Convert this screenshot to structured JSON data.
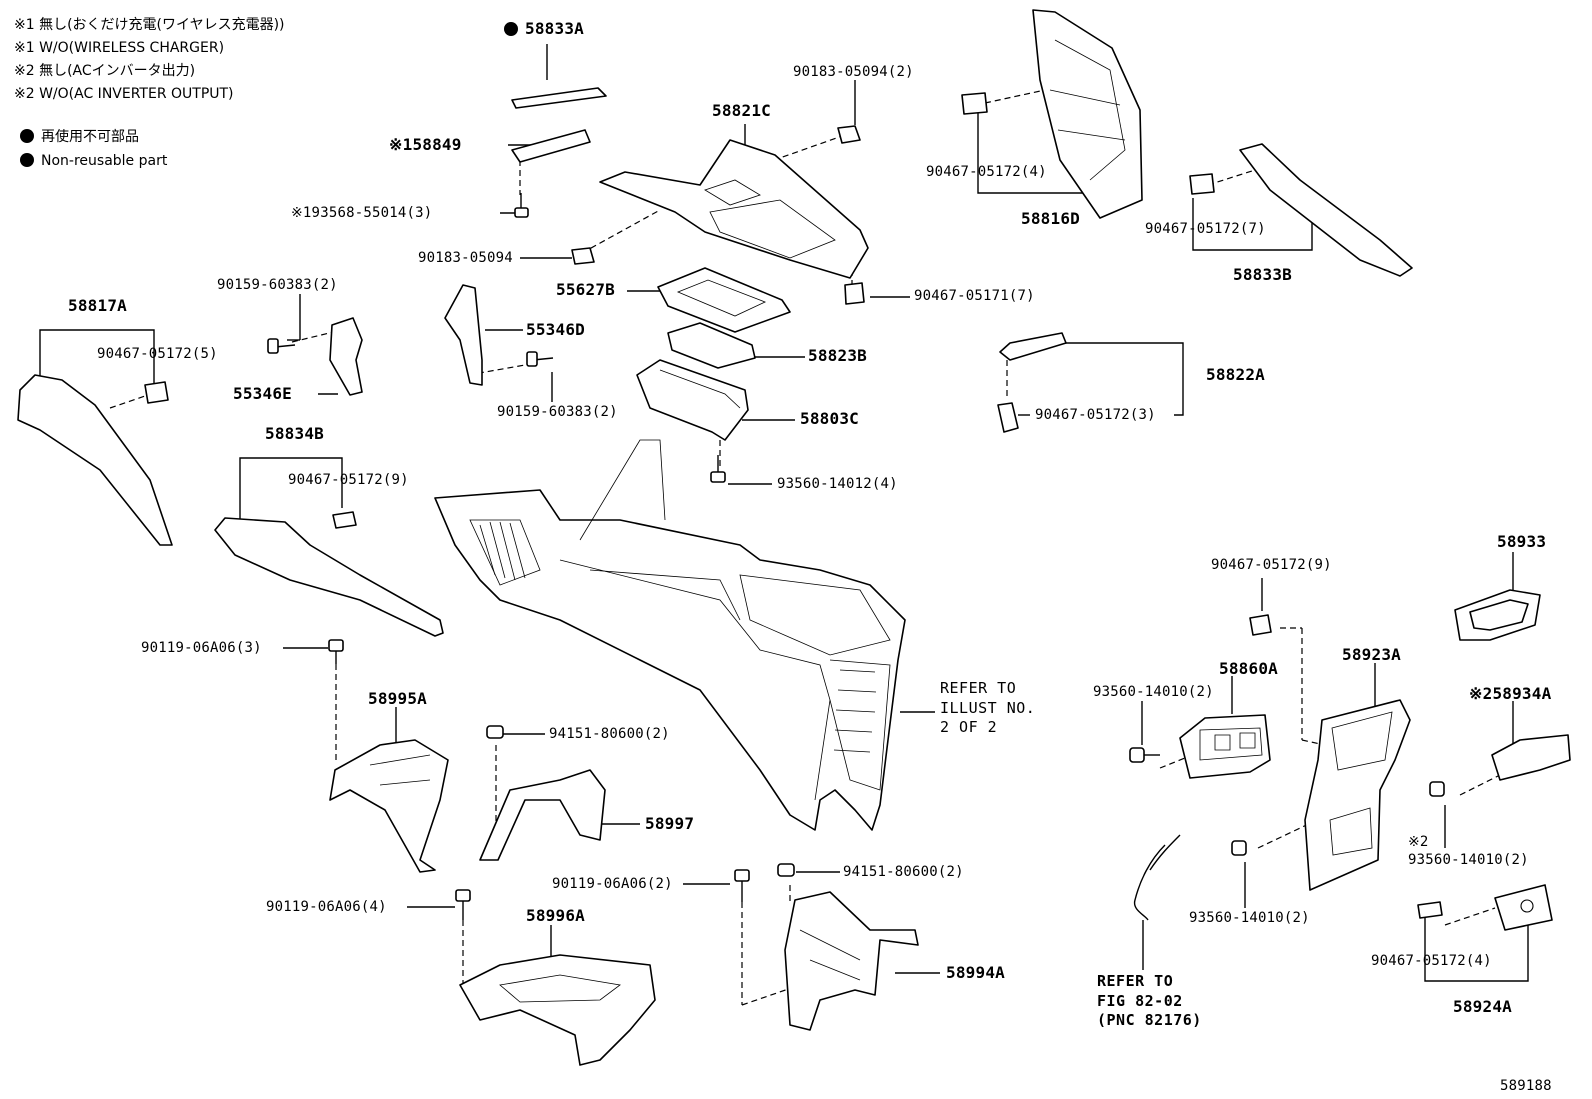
{
  "notes": [
    "※1 無し(おくだけ充電(ワイヤレス充電器))",
    "※1 W/O(WIRELESS CHARGER)",
    "※2 無し(ACインバータ出力)",
    "※2 W/O(AC INVERTER OUTPUT)"
  ],
  "legend": {
    "ja": "再使用不可部品",
    "en": "Non-reusable part"
  },
  "figure_id": "589188",
  "references": {
    "illust": [
      "REFER TO",
      "ILLUST NO.",
      "2 OF 2"
    ],
    "fig": [
      "REFER TO",
      "FIG 82-02",
      "(PNC 82176)"
    ]
  },
  "parts": {
    "p58833A": "58833A",
    "p58849": "※158849",
    "p93568": "※193568-55014(3)",
    "p90183_2": "90183-05094(2)",
    "p58821C": "58821C",
    "p90183": "90183-05094",
    "p55627B": "55627B",
    "p90467_7b": "90467-05171(7)",
    "p90467_4a": "90467-05172(4)",
    "p58816D": "58816D",
    "p90467_7": "90467-05172(7)",
    "p58833B": "58833B",
    "p90159_2a": "90159-60383(2)",
    "p58817A": "58817A",
    "p90467_5": "90467-05172(5)",
    "p55346D": "55346D",
    "p55346E": "55346E",
    "p58823B": "58823B",
    "p90159_2b": "90159-60383(2)",
    "p58822A": "58822A",
    "p90467_3": "90467-05172(3)",
    "p58803C": "58803C",
    "p58834B": "58834B",
    "p90467_9a": "90467-05172(9)",
    "p93560_4": "93560-14012(4)",
    "p58933": "58933",
    "p90467_9b": "90467-05172(9)",
    "p58860A": "58860A",
    "p58923A": "58923A",
    "p93560_2a": "93560-14010(2)",
    "p58934A": "※258934A",
    "p90119_3": "90119-06A06(3)",
    "p58995A": "58995A",
    "p94151_2a": "94151-80600(2)",
    "p58997": "58997",
    "p90119_2": "90119-06A06(2)",
    "p94151_2b": "94151-80600(2)",
    "p90119_4": "90119-06A06(4)",
    "p58996A": "58996A",
    "p58994A": "58994A",
    "p93560_2b": "93560-14010(2)",
    "p93560_2c_mark": "※2",
    "p93560_2c": "93560-14010(2)",
    "p90467_4b": "90467-05172(4)",
    "p58924A": "58924A"
  }
}
